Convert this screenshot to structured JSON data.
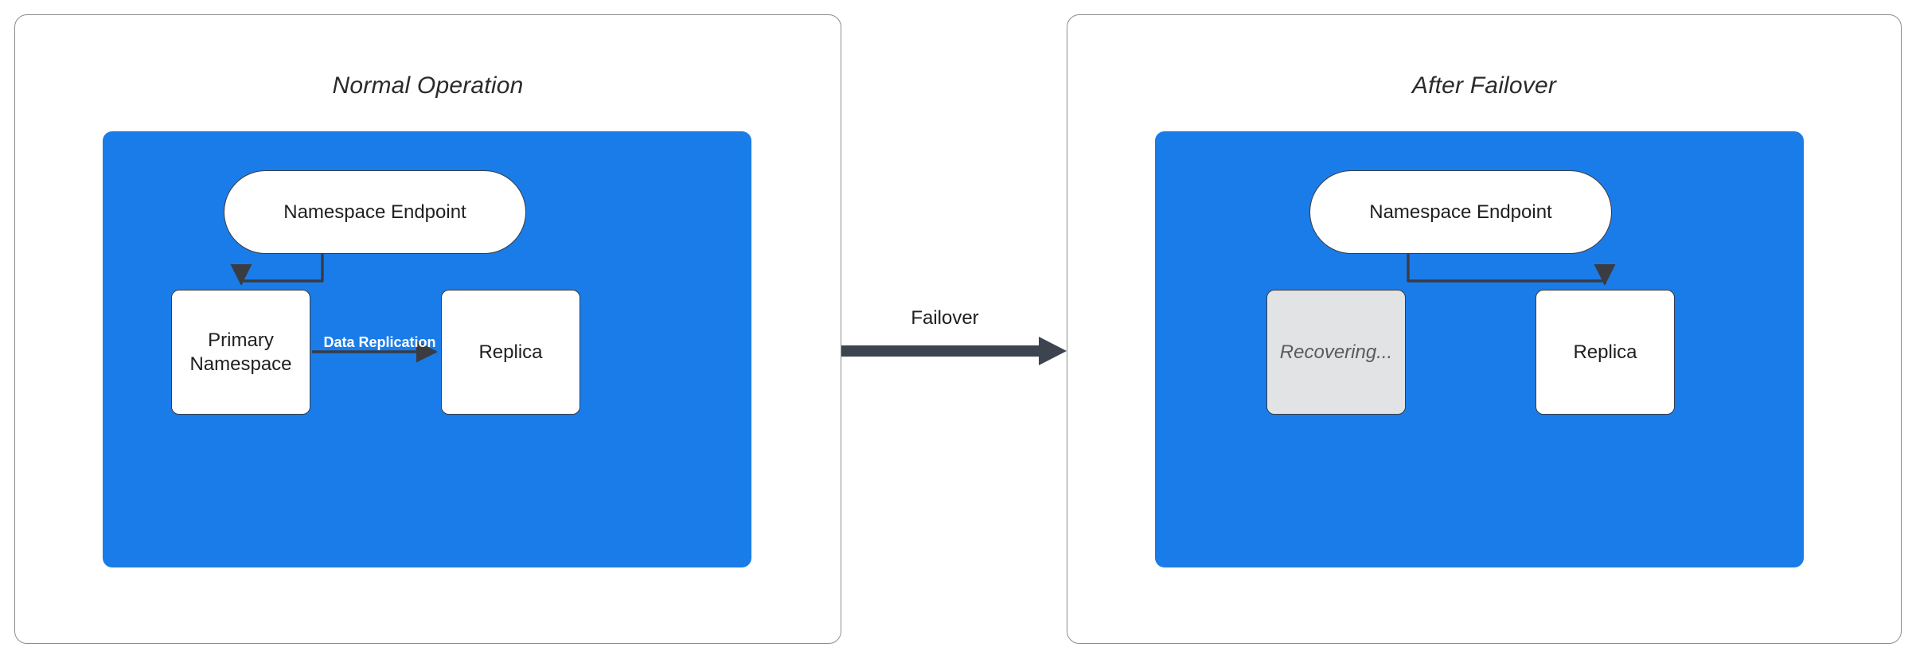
{
  "diagram": {
    "background_color": "#ffffff",
    "accent_blue": "#1a7ce8",
    "stroke_color": "#3b3b42",
    "disabled_fill": "#e2e3e5",
    "panel_border": "#8a8d91"
  },
  "panels": [
    {
      "id": "normal-operation",
      "title": "Normal Operation",
      "nodes": [
        {
          "id": "endpoint",
          "label": "Namespace Endpoint",
          "shape": "pill",
          "state": "active"
        },
        {
          "id": "primary",
          "label": "Primary\nNamespace",
          "label_line1": "Primary",
          "label_line2": "Namespace",
          "shape": "box",
          "state": "active"
        },
        {
          "id": "replica",
          "label": "Replica",
          "shape": "box",
          "state": "active"
        }
      ],
      "edges": [
        {
          "id": "endpoint-to-primary",
          "from": "endpoint",
          "to": "primary",
          "label": "",
          "style": "elbow-left"
        },
        {
          "id": "primary-to-replica",
          "from": "primary",
          "to": "replica",
          "label": "Data Replication",
          "style": "straight-right"
        }
      ]
    },
    {
      "id": "after-failover",
      "title": "After Failover",
      "nodes": [
        {
          "id": "endpoint",
          "label": "Namespace Endpoint",
          "shape": "pill",
          "state": "active"
        },
        {
          "id": "recovering",
          "label": "Recovering...",
          "shape": "box",
          "state": "disabled"
        },
        {
          "id": "replica",
          "label": "Replica",
          "shape": "box",
          "state": "active"
        }
      ],
      "edges": [
        {
          "id": "endpoint-to-replica",
          "from": "endpoint",
          "to": "replica",
          "label": "",
          "style": "elbow-right"
        }
      ]
    }
  ],
  "transition": {
    "label": "Failover",
    "direction": "left-to-right",
    "arrow_color": "#3d4450"
  }
}
